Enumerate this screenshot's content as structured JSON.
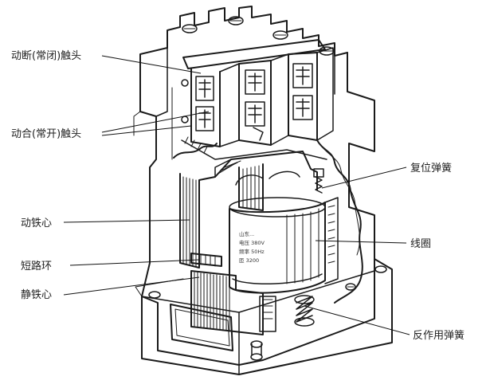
{
  "labels": {
    "moving_nc_contact": "动断(常闭)触头",
    "moving_no_contact": "动合(常开)触头",
    "moving_core": "动铁心",
    "shading_ring": "短路环",
    "static_core": "静铁心",
    "reset_spring": "复位弹簧",
    "coil": "线圈",
    "reaction_spring": "反作用弹簧"
  },
  "coil_plate": {
    "line1": "山东...",
    "line2": "电压 380V",
    "line3": "频率 50Hz",
    "line4": "匝 3200"
  }
}
